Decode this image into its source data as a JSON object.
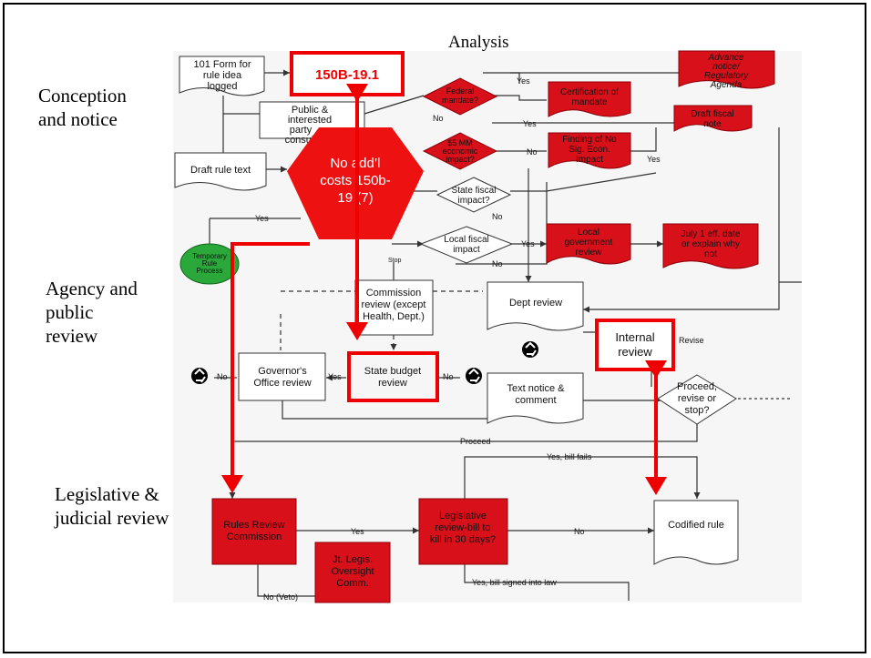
{
  "title": "Analysis",
  "sections": {
    "conception": [
      "Conception",
      "and notice"
    ],
    "agency": [
      "Agency and",
      "public",
      "review"
    ],
    "legislative": [
      "Legislative &",
      "judicial review"
    ]
  },
  "highlights": {
    "statute": "150B-19.1",
    "no_costs": [
      "No add’l",
      "costs 150b-",
      "19 (7)"
    ],
    "internal_review": [
      "Internal",
      "review"
    ]
  },
  "nodes": {
    "form101": [
      "101 Form for",
      "rule idea",
      "logged"
    ],
    "public_consult": [
      "Public &",
      "interested",
      "party",
      "consult"
    ],
    "draft_rule": "Draft rule text",
    "federal_mandate": [
      "Federal",
      "mandate?"
    ],
    "cert_mandate": [
      "Certification of",
      "mandate"
    ],
    "advance_notice": [
      "Advance",
      "notice/",
      "Regulatory",
      "Agenda"
    ],
    "draft_fiscal": [
      "Draft fiscal",
      "note"
    ],
    "econ_impact": [
      "$5 MM",
      "economic",
      "impact?"
    ],
    "finding_no_sig": [
      "Finding of No",
      "Sig. Econ.",
      "Impact"
    ],
    "state_fiscal": [
      "State fiscal",
      "impact?"
    ],
    "local_fiscal": [
      "Local fiscal",
      "impact"
    ],
    "local_gov_review": [
      "Local",
      "government",
      "review"
    ],
    "july_date": [
      "July 1 eff. date",
      "or explain why",
      "not"
    ],
    "temporary": [
      "Temporary",
      "Rule",
      "Process"
    ],
    "commission_review": [
      "Commission",
      "review (except",
      "Health, Dept.)"
    ],
    "dept_review": "Dept review",
    "governor_review": [
      "Governor's",
      "Office review"
    ],
    "state_budget": [
      "State budget",
      "review"
    ],
    "text_notice": [
      "Text notice &",
      "comment"
    ],
    "proceed": [
      "Proceed,",
      "revise or",
      "stop?"
    ],
    "rrc": [
      "Rules Review",
      "Commission"
    ],
    "legis_review": [
      "Legislative",
      "review-bill to",
      "kill in 30 days?"
    ],
    "codified": "Codified rule",
    "jt_legis": [
      "Jt. Legis.",
      "Oversight",
      "Comm."
    ]
  },
  "edge_labels": {
    "yes": "Yes",
    "no": "No",
    "stop": "Stop",
    "revise": "Revise",
    "proceed": "Proceed",
    "bill_fails": "Yes, bill fails",
    "bill_signed": "Yes, bill signed into law",
    "veto": "No (Veto)"
  },
  "icons": {
    "recycle": "recycle-icon"
  },
  "colors": {
    "highlight": "#e00000",
    "node_red": "#d8101a",
    "node_green": "#2aa83a",
    "line": "#333333"
  }
}
